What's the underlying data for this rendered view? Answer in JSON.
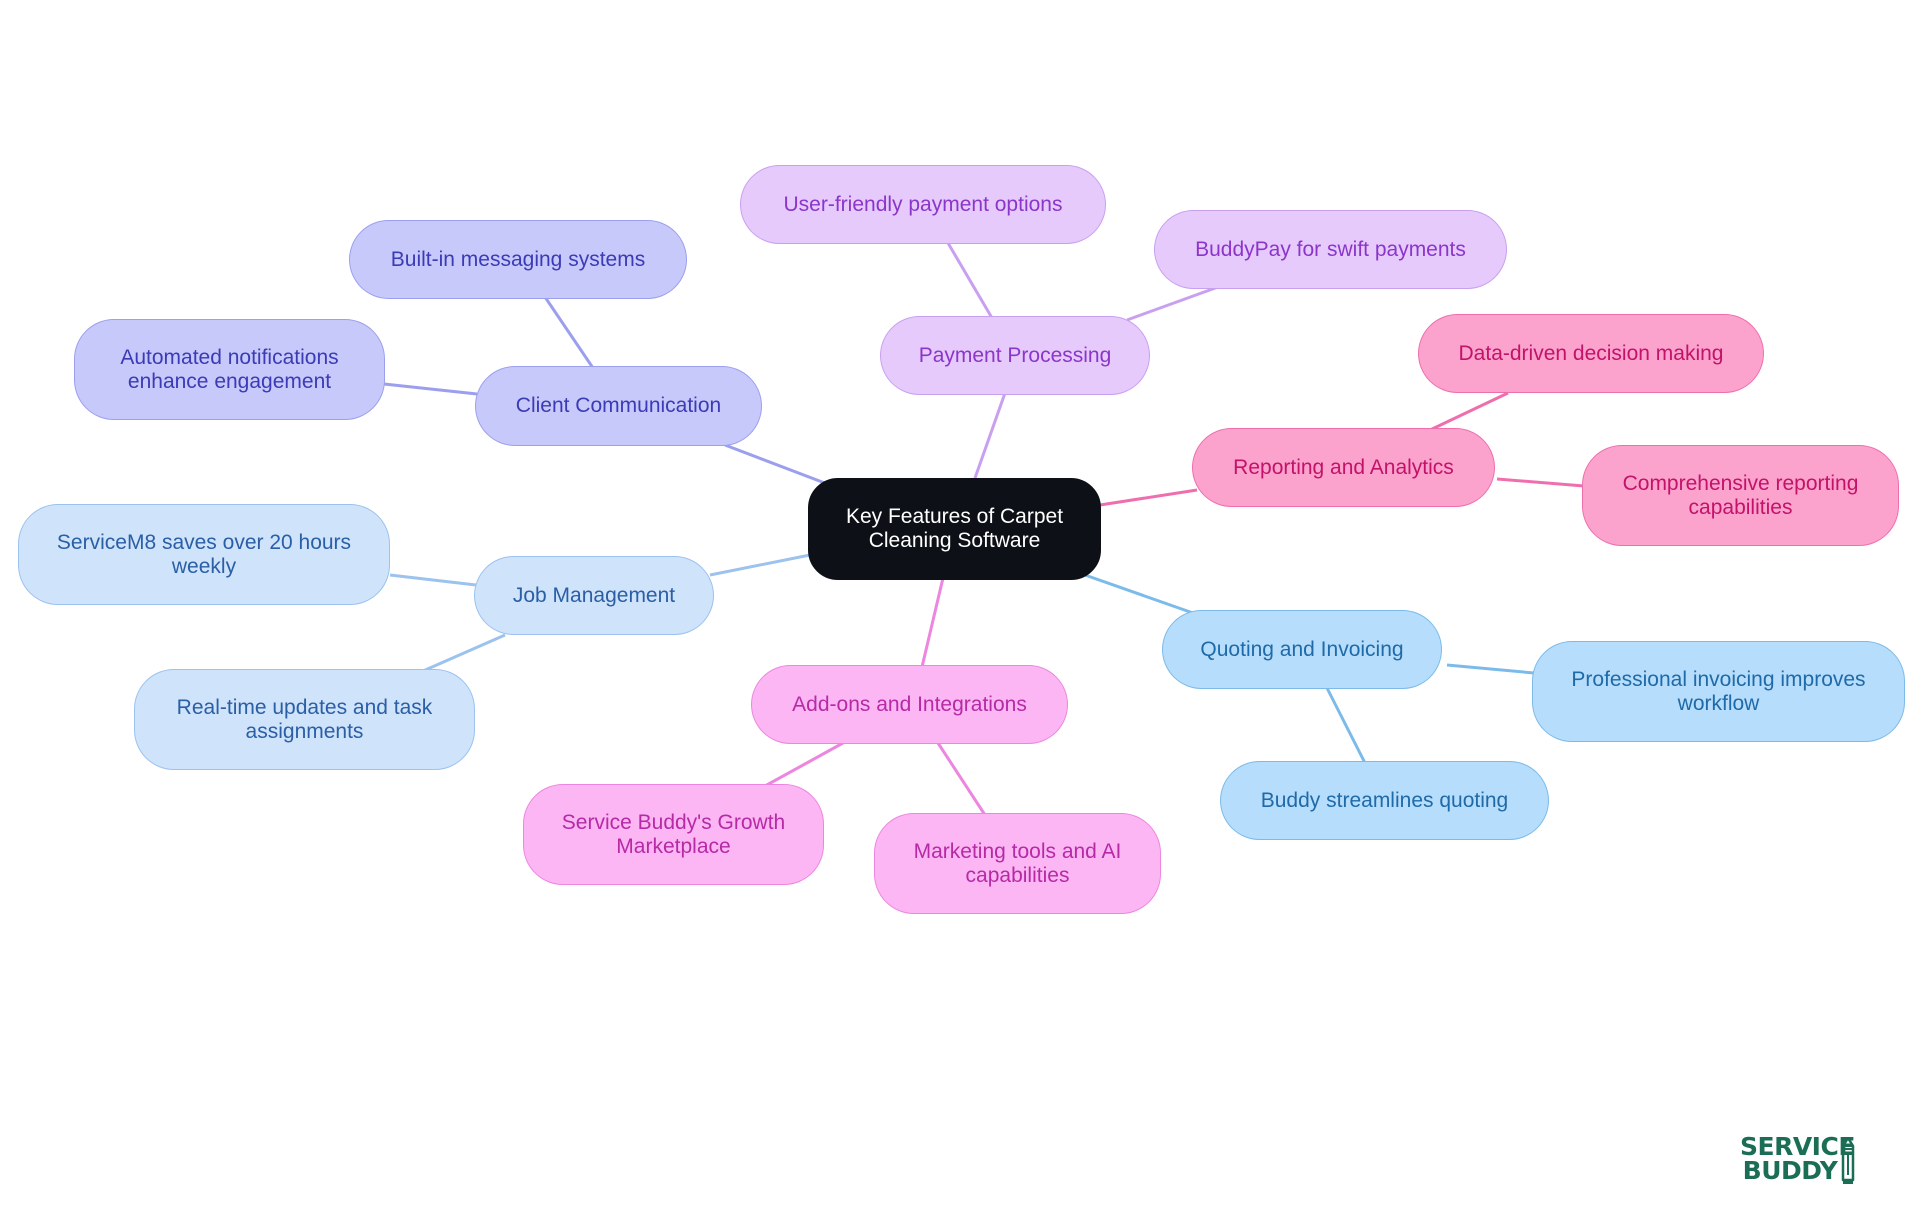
{
  "diagram": {
    "root": {
      "label": "Key Features of Carpet Cleaning Software"
    },
    "branches": {
      "client_communication": {
        "label": "Client Communication",
        "color": "#9c9fee",
        "children": [
          "Built-in messaging systems",
          "Automated notifications enhance engagement"
        ]
      },
      "payment_processing": {
        "label": "Payment Processing",
        "color": "#c9a0f0",
        "children": [
          "User-friendly payment options",
          "BuddyPay for swift payments"
        ]
      },
      "reporting_analytics": {
        "label": "Reporting and Analytics",
        "color": "#ef6fae",
        "children": [
          "Data-driven decision making",
          "Comprehensive reporting capabilities"
        ]
      },
      "quoting_invoicing": {
        "label": "Quoting and Invoicing",
        "color": "#7cbbe9",
        "children": [
          "Professional invoicing improves workflow",
          "Buddy streamlines quoting"
        ]
      },
      "addons_integrations": {
        "label": "Add-ons and Integrations",
        "color": "#ec86df",
        "children": [
          "Service Buddy's Growth Marketplace",
          "Marketing tools and AI capabilities"
        ]
      },
      "job_management": {
        "label": "Job Management",
        "color": "#9cc2ee",
        "children": [
          "ServiceM8 saves over 20 hours weekly",
          "Real-time updates and task assignments"
        ]
      }
    }
  },
  "logo": {
    "line1": "SERVICE",
    "line2": "BUDDY",
    "icon": "pencil-icon",
    "color": "#1b6e55"
  }
}
